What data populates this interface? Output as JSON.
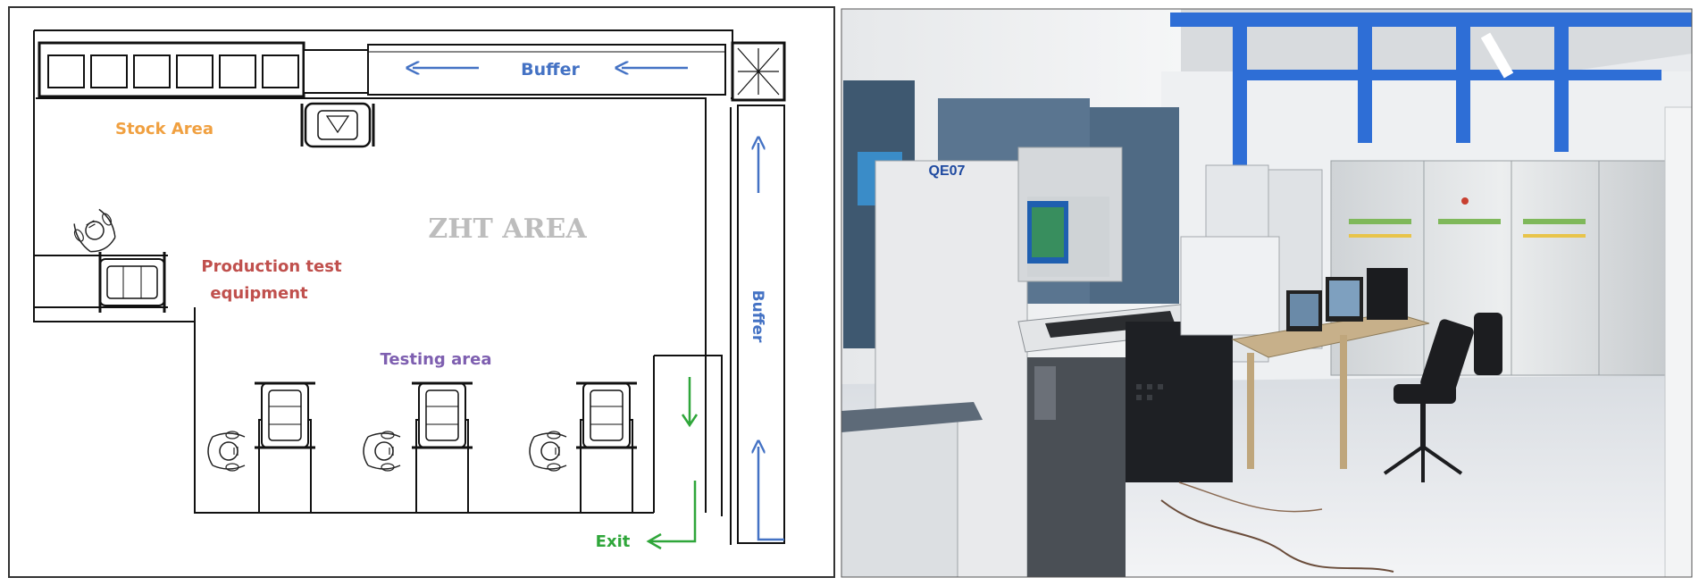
{
  "floorplan": {
    "title": "ZHT AREA",
    "labels": {
      "buffer_top": "Buffer",
      "buffer_right": "Buffer",
      "stock_area": "Stock Area",
      "production_test_line1": "Production test",
      "production_test_line2": "equipment",
      "testing_area": "Testing area",
      "exit": "Exit"
    },
    "colors": {
      "buffer": "#4472C4",
      "stock": "#F0A040",
      "production": "#C0504D",
      "testing": "#7E5FB0",
      "exit": "#2FA63A",
      "title": "#BDBDBD",
      "walls": "#111111"
    }
  },
  "photo": {
    "cabinet_label": "QE07"
  }
}
